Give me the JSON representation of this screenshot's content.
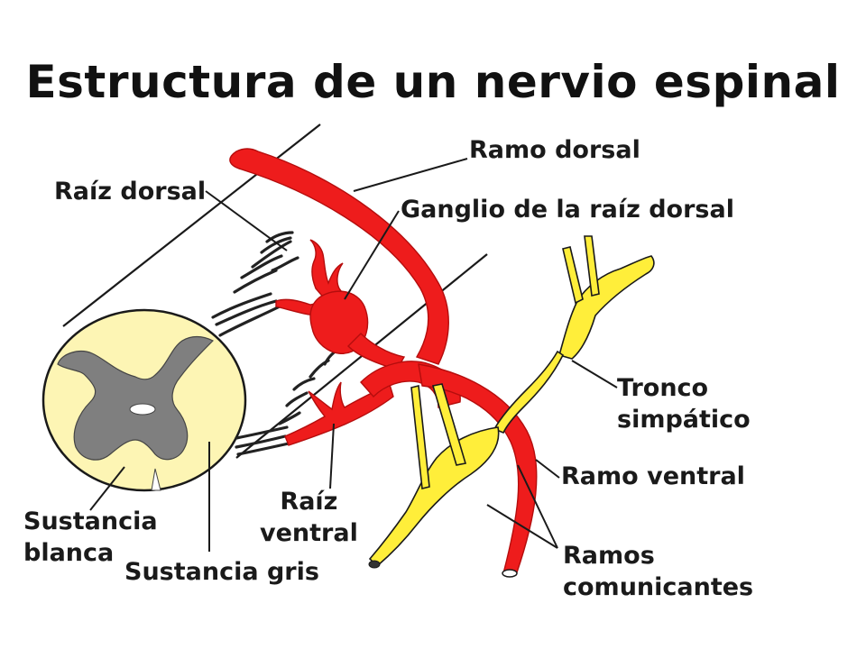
{
  "title": "Estructura de un nervio espinal",
  "labels": {
    "ramo_dorsal": "Ramo dorsal",
    "raiz_dorsal": "Raíz dorsal",
    "ganglio": "Ganglio de la raíz dorsal",
    "tronco_1": "Tronco",
    "tronco_2": "simpático",
    "ramo_ventral": "Ramo ventral",
    "raiz_ventral_1": "Raíz",
    "raiz_ventral_2": "ventral",
    "ramos_com_1": "Ramos",
    "ramos_com_2": "comunicantes",
    "sust_blanca_1": "Sustancia",
    "sust_blanca_2": "blanca",
    "sust_gris": "Sustancia gris"
  },
  "colors": {
    "nerve": "#ee1c1c",
    "sympathetic": "#ffee3a",
    "white_matter": "#fdf5b4",
    "gray_matter": "#7f7f7f",
    "rootlets": "#222222"
  }
}
